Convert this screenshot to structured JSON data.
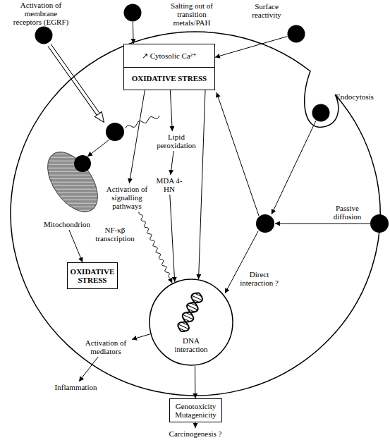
{
  "diagram": {
    "nodes": [
      {
        "text": [
          "Activation of membrane receptors (EGRF)"
        ]
      },
      {
        "text": [
          "Salting out of transition metals/PAH"
        ]
      },
      {
        "text": [
          "Surface reactivity"
        ]
      },
      {
        "text": [
          "↗ Cytosolic Ca²⁺",
          "OXIDATIVE STRESS"
        ]
      },
      {
        "text": [
          "Endocytosis"
        ]
      },
      {
        "text": [
          "Activation of signalling pathways"
        ]
      },
      {
        "text": [
          "Lipid peroxidation"
        ]
      },
      {
        "text": [
          "MDA 4-HN"
        ]
      },
      {
        "text": [
          "Mitochondrion"
        ]
      },
      {
        "text": [
          "OXIDATIVE STRESS"
        ]
      },
      {
        "text": [
          "DNA interaction"
        ]
      },
      {
        "text": [
          "Activation of mediators"
        ]
      },
      {
        "text": [
          "Inflammation"
        ]
      },
      {
        "text": [
          "Genotoxicity Mutagenicity"
        ]
      },
      {
        "text": [
          "Carcinogenesis ?"
        ]
      }
    ],
    "edges": [
      {
        "from": 1,
        "to": 3,
        "arrow": "to"
      },
      {
        "from": 2,
        "to": 3,
        "arrow": "to"
      },
      {
        "from": 3,
        "to": 5,
        "arrow": "to"
      },
      {
        "from": 3,
        "to": 6,
        "arrow": "to"
      },
      {
        "from": 6,
        "to": 7,
        "arrow": "to"
      },
      {
        "from": 7,
        "to": 10,
        "arrow": "to"
      },
      {
        "from": 3,
        "to": 10,
        "arrow": "to"
      },
      {
        "from": 5,
        "to": 10,
        "label": "NF-κβ transcription",
        "arrow": "to"
      },
      {
        "from": 8,
        "to": 9,
        "arrow": "to"
      },
      {
        "from": 10,
        "to": 11,
        "arrow": "to"
      },
      {
        "from": 11,
        "to": 12,
        "arrow": "to"
      },
      {
        "from": 10,
        "to": 13,
        "arrow": "to"
      },
      {
        "from": 13,
        "to": 14,
        "arrow": "to"
      }
    ],
    "labels": [
      "Passive diffusion",
      "Direct interaction ?"
    ]
  }
}
